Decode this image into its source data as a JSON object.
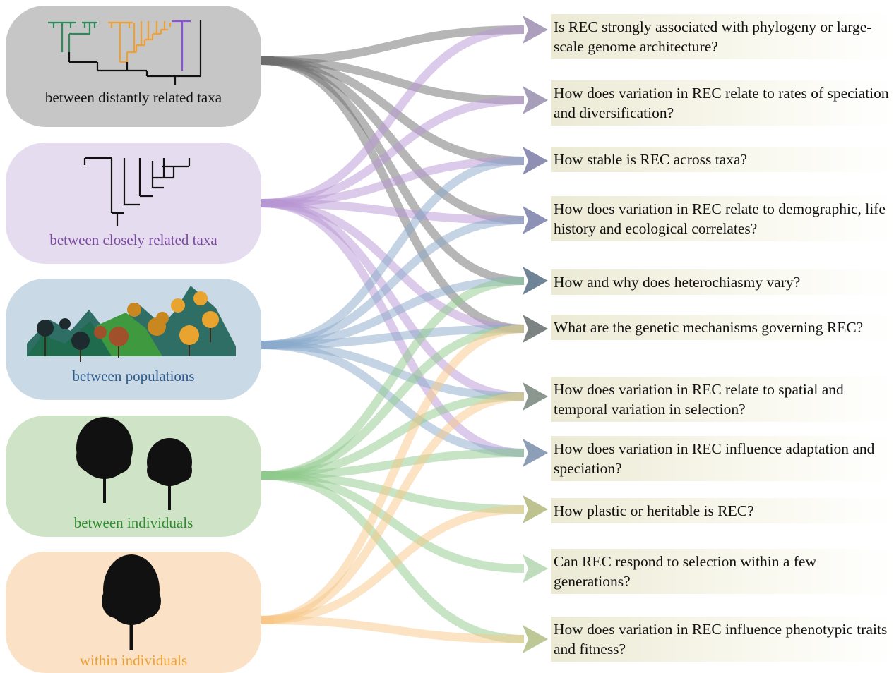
{
  "levels": [
    {
      "id": "distant",
      "label": "between distantly related taxa",
      "fill": "#c6c6c6",
      "label_color": "#111111",
      "flow_color": "#6e6e6e",
      "icon": "phylogeny-tree-icon"
    },
    {
      "id": "close",
      "label": "between closely related taxa",
      "fill": "#e6dcef",
      "label_color": "#7b4a9e",
      "flow_color": "#b796d4",
      "icon": "phylogeny-tree-icon"
    },
    {
      "id": "populations",
      "label": "between populations",
      "fill": "#c9d9e5",
      "label_color": "#2e5a8a",
      "flow_color": "#89a9cc",
      "icon": "forest-mountains-icon"
    },
    {
      "id": "individuals",
      "label": "between individuals",
      "fill": "#cfe3c7",
      "label_color": "#2e8b2e",
      "flow_color": "#8fca8c",
      "icon": "two-trees-icon"
    },
    {
      "id": "within",
      "label": "within individuals",
      "fill": "#fbe2c6",
      "label_color": "#f0a030",
      "flow_color": "#f8c788",
      "icon": "single-tree-icon"
    }
  ],
  "questions": [
    {
      "text": "Is REC strongly associated with phylogeny or large-scale genome architecture?",
      "arrow_color": "#ab9fbd"
    },
    {
      "text": "How does variation in REC relate to rates of speciation and diversification?",
      "arrow_color": "#a79fba"
    },
    {
      "text": "How stable is REC across taxa?",
      "arrow_color": "#8f8fb4"
    },
    {
      "text": "How does variation in REC relate to demographic, life history and ecological correlates?",
      "arrow_color": "#8d91b5"
    },
    {
      "text": "How and why does heterochiasmy vary?",
      "arrow_color": "#6f8597"
    },
    {
      "text": "What are the genetic mechanisms governing REC?",
      "arrow_color": "#7d8283"
    },
    {
      "text": "How does variation in REC relate to spatial and temporal variation in selection?",
      "arrow_color": "#8c9790"
    },
    {
      "text": "How does variation in REC influence adaptation and speciation?",
      "arrow_color": "#8d9fb6"
    },
    {
      "text": "How plastic or heritable is REC?",
      "arrow_color": "#bdc28f"
    },
    {
      "text": "Can REC respond to selection within a few generations?",
      "arrow_color": "#bfdcbc"
    },
    {
      "text": "How does variation in REC influence phenotypic traits and fitness?",
      "arrow_color": "#bcc895"
    }
  ],
  "links": [
    {
      "from": 0,
      "to": [
        0,
        1,
        2,
        3,
        4,
        5
      ]
    },
    {
      "from": 1,
      "to": [
        0,
        1,
        2,
        3,
        5,
        6,
        7
      ]
    },
    {
      "from": 2,
      "to": [
        2,
        3,
        4,
        5,
        6,
        7
      ]
    },
    {
      "from": 3,
      "to": [
        4,
        5,
        6,
        7,
        8,
        9,
        10
      ]
    },
    {
      "from": 4,
      "to": [
        5,
        6,
        8,
        10
      ]
    }
  ]
}
